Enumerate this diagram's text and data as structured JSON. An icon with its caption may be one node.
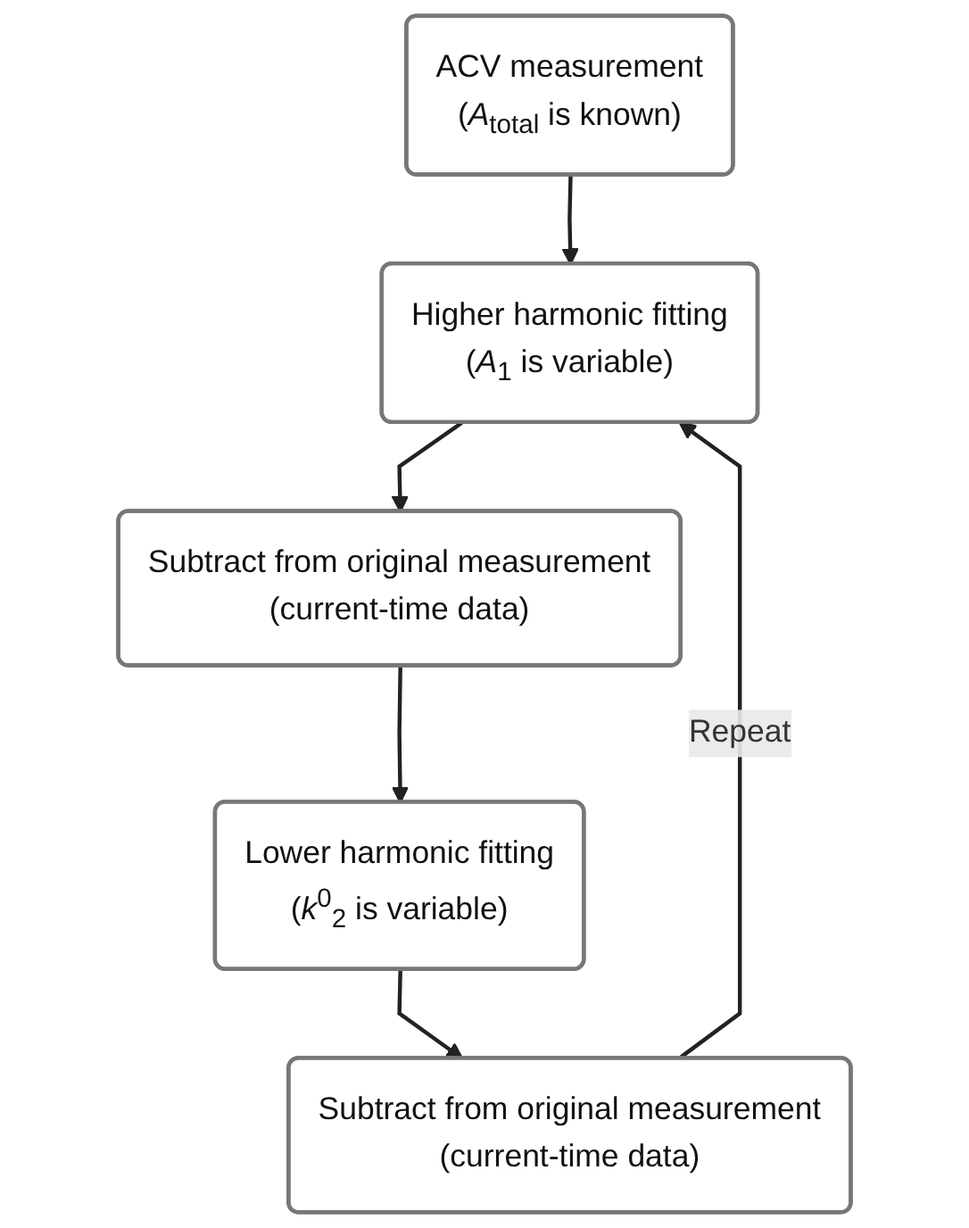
{
  "diagram": {
    "nodes": [
      {
        "text": [
          "ACV measurement",
          "(*A*$_{total}$ is known)"
        ]
      },
      {
        "text": [
          "Higher harmonic fitting",
          "(*A*$_{1}$ is variable)"
        ]
      },
      {
        "text": [
          "Subtract from original measurement",
          "(current-time data)"
        ]
      },
      {
        "text": [
          "Lower harmonic fitting",
          "(*k*$^{0}$$_{2}$ is variable)"
        ]
      },
      {
        "text": [
          "Subtract from original measurement",
          "(current-time data)"
        ]
      }
    ],
    "edges": [
      {
        "from": 0,
        "to": 1,
        "arrow": "to"
      },
      {
        "from": 1,
        "to": 2,
        "arrow": "to"
      },
      {
        "from": 2,
        "to": 3,
        "arrow": "to"
      },
      {
        "from": 3,
        "to": 4,
        "arrow": "to"
      },
      {
        "from": 4,
        "to": 1,
        "arrow": "to",
        "label": "Repeat"
      }
    ]
  }
}
